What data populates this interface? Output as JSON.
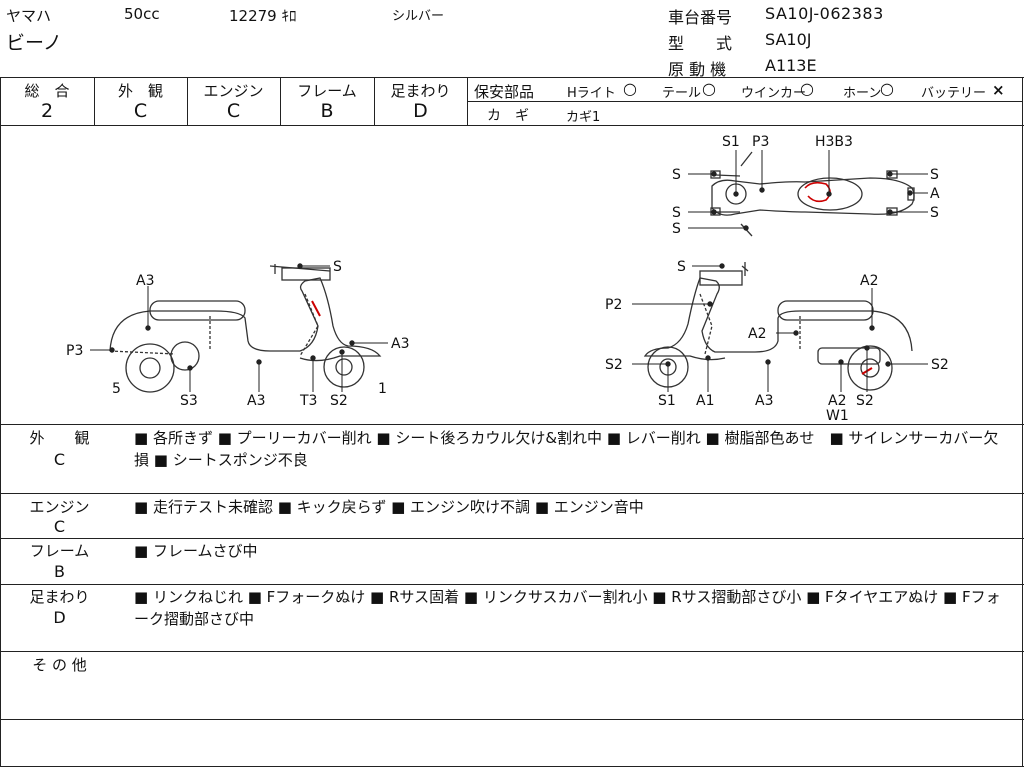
{
  "header": {
    "maker": "ヤマハ",
    "model": "ビーノ",
    "displacement": "50cc",
    "mileage": "12279 ｷﾛ",
    "color": "シルバー",
    "frame_no_label": "車台番号",
    "frame_no": "SA10J-062383",
    "type_label": "型　　式",
    "type": "SA10J",
    "engine_label": "原 動 機",
    "engine": "A113E"
  },
  "grades": {
    "headers": [
      "総　合",
      "外　観",
      "エンジン",
      "フレーム",
      "足まわり"
    ],
    "values": [
      "2",
      "C",
      "C",
      "B",
      "D"
    ]
  },
  "safety": {
    "label": "保安部品",
    "items": [
      {
        "name": "Hライト",
        "mark": "○"
      },
      {
        "name": "テール",
        "mark": "○"
      },
      {
        "name": "ウインカー",
        "mark": "○"
      },
      {
        "name": "ホーン",
        "mark": "○"
      },
      {
        "name": "バッテリー",
        "mark": "×"
      }
    ],
    "key_label": "カ　ギ",
    "key_value": "カギ1"
  },
  "diagram": {
    "top_view": [
      "S1",
      "P3",
      "H3B3",
      "S",
      "S",
      "A",
      "S",
      "S",
      "S"
    ],
    "left_view": [
      "A3",
      "S",
      "P3",
      "A3",
      "5",
      "S3",
      "A3",
      "T3",
      "S2",
      "1"
    ],
    "right_view": [
      "S",
      "A2",
      "P2",
      "A2",
      "S2",
      "S2",
      "S1",
      "A1",
      "A3",
      "A2",
      "S2",
      "W1"
    ]
  },
  "notes": [
    {
      "cat": "外　　観",
      "grade": "C",
      "text": "■ 各所きず ■ プーリーカバー削れ ■ シート後ろカウル欠け&割れ中 ■ レバー削れ ■ 樹脂部色あせ　■ サイレンサーカバー欠損 ■ シートスポンジ不良"
    },
    {
      "cat": "エンジン",
      "grade": "C",
      "text": "■ 走行テスト未確認 ■ キック戻らず ■ エンジン吹け不調 ■ エンジン音中"
    },
    {
      "cat": "フレーム",
      "grade": "B",
      "text": "■ フレームさび中"
    },
    {
      "cat": "足まわり",
      "grade": "D",
      "text": "■ リンクねじれ ■ Fフォークぬけ ■ Rサス固着 ■ リンクサスカバー割れ小 ■ Rサス摺動部さび小 ■ Fタイヤエアぬけ ■ Fフォーク摺動部さび中"
    },
    {
      "cat": "そ の 他",
      "grade": "",
      "text": ""
    }
  ],
  "colors": {
    "line": "#222222",
    "damage": "#cc0000"
  }
}
